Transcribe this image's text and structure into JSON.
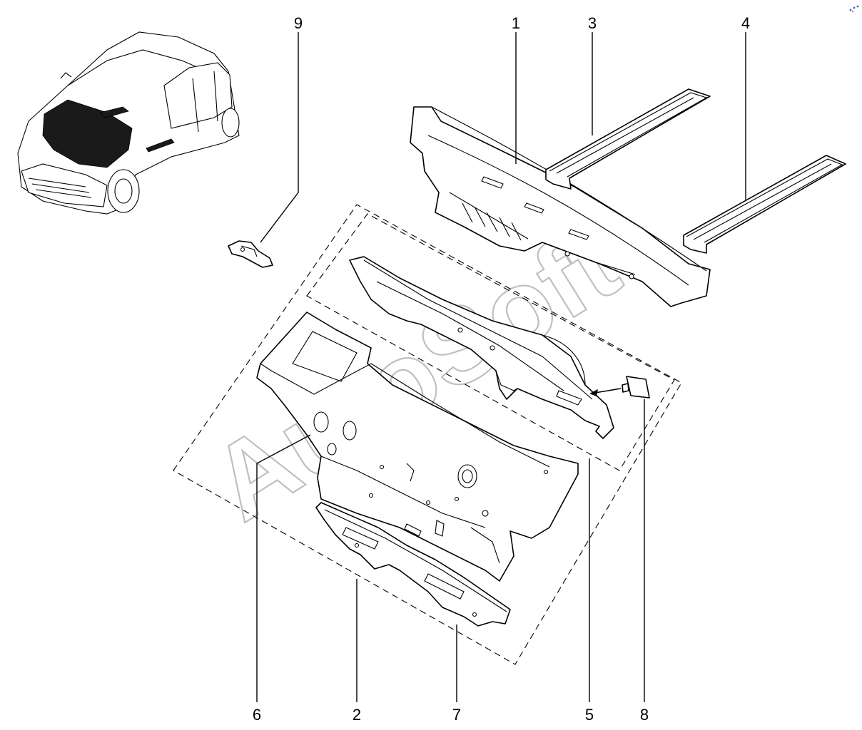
{
  "diagram": {
    "callouts": [
      {
        "id": "c1",
        "label": "1"
      },
      {
        "id": "c2",
        "label": "2"
      },
      {
        "id": "c3",
        "label": "3"
      },
      {
        "id": "c4",
        "label": "4"
      },
      {
        "id": "c5",
        "label": "5"
      },
      {
        "id": "c6",
        "label": "6"
      },
      {
        "id": "c7",
        "label": "7"
      },
      {
        "id": "c8",
        "label": "8"
      },
      {
        "id": "c9",
        "label": "9"
      }
    ],
    "watermark": "AutoSoft"
  },
  "colors": {
    "line": "#000000",
    "background": "#ffffff",
    "watermark": "#bfbfbf",
    "corner_mark": "#3a5bd9"
  }
}
